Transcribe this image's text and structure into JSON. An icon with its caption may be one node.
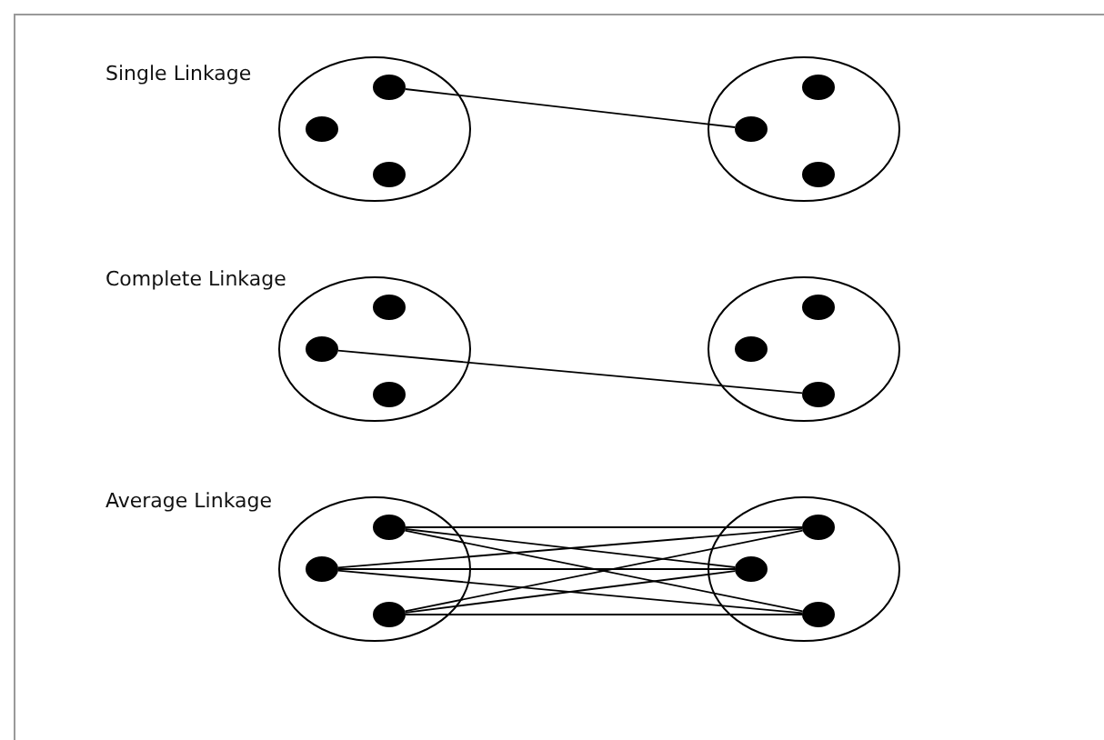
{
  "diagram": {
    "nodes": [
      {
        "text": [],
        "shape": "circle"
      },
      {
        "text": [],
        "shape": "circle",
        "in": 0
      },
      {
        "text": [],
        "shape": "circle",
        "in": 0
      },
      {
        "text": [],
        "shape": "circle",
        "in": 0
      },
      {
        "text": [],
        "shape": "circle"
      },
      {
        "text": [],
        "shape": "circle",
        "in": 4
      },
      {
        "text": [],
        "shape": "circle",
        "in": 4
      },
      {
        "text": [],
        "shape": "circle",
        "in": 4
      },
      {
        "text": [],
        "shape": "circle"
      },
      {
        "text": [],
        "shape": "circle",
        "in": 8
      },
      {
        "text": [],
        "shape": "circle",
        "in": 8
      },
      {
        "text": [],
        "shape": "circle",
        "in": 8
      },
      {
        "text": [],
        "shape": "circle"
      },
      {
        "text": [],
        "shape": "circle",
        "in": 12
      },
      {
        "text": [],
        "shape": "circle",
        "in": 12
      },
      {
        "text": [],
        "shape": "circle",
        "in": 12
      },
      {
        "text": [],
        "shape": "circle"
      },
      {
        "text": [],
        "shape": "circle",
        "in": 16
      },
      {
        "text": [],
        "shape": "circle",
        "in": 16
      },
      {
        "text": [],
        "shape": "circle",
        "in": 16
      },
      {
        "text": [],
        "shape": "circle"
      },
      {
        "text": [],
        "shape": "circle",
        "in": 20
      },
      {
        "text": [],
        "shape": "circle",
        "in": 20
      },
      {
        "text": [],
        "shape": "circle",
        "in": 20
      }
    ],
    "edges": [
      {
        "from": 1,
        "to": 6,
        "arrow": "none"
      },
      {
        "from": 10,
        "to": 15,
        "arrow": "none"
      },
      {
        "from": 17,
        "to": 21,
        "arrow": "none"
      },
      {
        "from": 17,
        "to": 22,
        "arrow": "none"
      },
      {
        "from": 17,
        "to": 23,
        "arrow": "none"
      },
      {
        "from": 18,
        "to": 21,
        "arrow": "none"
      },
      {
        "from": 18,
        "to": 22,
        "arrow": "none"
      },
      {
        "from": 18,
        "to": 23,
        "arrow": "none"
      },
      {
        "from": 19,
        "to": 21,
        "arrow": "none"
      },
      {
        "from": 19,
        "to": 22,
        "arrow": "none"
      },
      {
        "from": 19,
        "to": 23,
        "arrow": "none"
      }
    ],
    "labels": [
      "Single Linkage",
      "Complete Linkage",
      "Average Linkage"
    ]
  }
}
